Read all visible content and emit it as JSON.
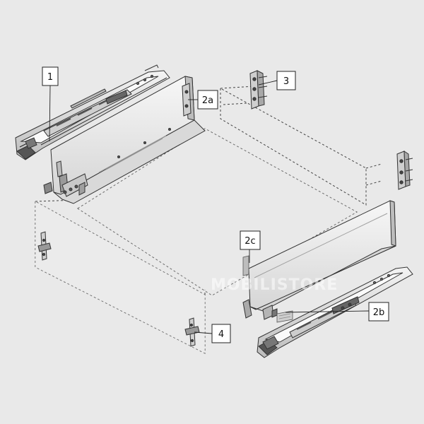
{
  "diagram": {
    "callouts": [
      {
        "id": "c1",
        "text": "1"
      },
      {
        "id": "c2a",
        "text": "2a"
      },
      {
        "id": "c3",
        "text": "3"
      },
      {
        "id": "c2c",
        "text": "2c"
      },
      {
        "id": "c2b",
        "text": "2b"
      },
      {
        "id": "c4",
        "text": "4"
      }
    ],
    "watermark": "MOBILISTORE",
    "colors": {
      "background": "#e9e9e9",
      "line": "#333333",
      "metal_light": "#f2f2f2",
      "metal_mid": "#d4d4d4",
      "metal_dark": "#8a8a8a",
      "callout_fill": "#ffffff"
    }
  }
}
